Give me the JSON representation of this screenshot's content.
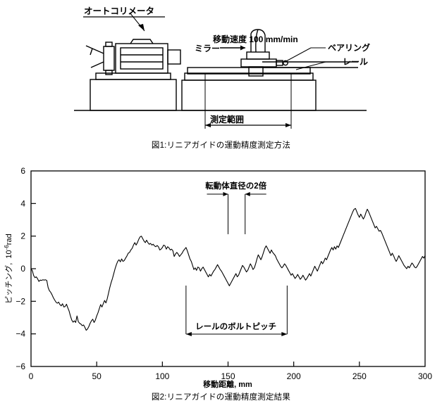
{
  "figure1": {
    "caption": "図1:リニアガイドの運動精度測定方法",
    "labels": {
      "autocollimator": "オートコリメータ",
      "speed": "移動速度 100 mm/min",
      "mirror": "ミラー",
      "mirror_arrow": "→",
      "bearing": "ベアリング",
      "rail": "レール",
      "measure_range": "測定範囲"
    }
  },
  "figure2": {
    "caption": "図2:リニアガイドの運動精度測定結果",
    "annotations": {
      "rolling_element": "転動体直径の2倍",
      "bolt_pitch": "レールのボルトピッチ"
    }
  },
  "chart_data": {
    "type": "line",
    "title": "",
    "xlabel": "移動距離, mm",
    "ylabel": "ピッチング, 10⁻⁶rad",
    "ylabel_parts": {
      "name": "ピッチング,",
      "unit_base": "10",
      "unit_exp": "-6",
      "unit_tail": "rad"
    },
    "xlim": [
      0,
      300
    ],
    "ylim": [
      -6,
      6
    ],
    "xticks": [
      0,
      50,
      100,
      150,
      200,
      250,
      300
    ],
    "yticks": [
      -6,
      -4,
      -2,
      0,
      2,
      4,
      6
    ],
    "grid": false,
    "legend": "none",
    "series": [
      {
        "name": "pitching",
        "color": "#000000",
        "x": [
          0,
          1,
          2,
          3,
          4,
          5,
          6,
          7,
          8,
          9,
          10,
          11,
          12,
          13,
          14,
          15,
          16,
          17,
          18,
          19,
          20,
          21,
          22,
          23,
          24,
          25,
          26,
          27,
          28,
          29,
          30,
          31,
          32,
          33,
          34,
          35,
          36,
          37,
          38,
          39,
          40,
          41,
          42,
          43,
          44,
          45,
          46,
          47,
          48,
          49,
          50,
          51,
          52,
          53,
          54,
          55,
          56,
          57,
          58,
          59,
          60,
          61,
          62,
          63,
          64,
          65,
          66,
          67,
          68,
          69,
          70,
          71,
          72,
          73,
          74,
          75,
          76,
          77,
          78,
          79,
          80,
          81,
          82,
          83,
          84,
          85,
          86,
          87,
          88,
          89,
          90,
          91,
          92,
          93,
          94,
          95,
          96,
          97,
          98,
          99,
          100,
          101,
          102,
          103,
          104,
          105,
          106,
          107,
          108,
          109,
          110,
          111,
          112,
          113,
          114,
          115,
          116,
          117,
          118,
          119,
          120,
          121,
          122,
          123,
          124,
          125,
          126,
          127,
          128,
          129,
          130,
          131,
          132,
          133,
          134,
          135,
          136,
          137,
          138,
          139,
          140,
          141,
          142,
          143,
          144,
          145,
          146,
          147,
          148,
          149,
          150,
          151,
          152,
          153,
          154,
          155,
          156,
          157,
          158,
          159,
          160,
          161,
          162,
          163,
          164,
          165,
          166,
          167,
          168,
          169,
          170,
          171,
          172,
          173,
          174,
          175,
          176,
          177,
          178,
          179,
          180,
          181,
          182,
          183,
          184,
          185,
          186,
          187,
          188,
          189,
          190,
          191,
          192,
          193,
          194,
          195,
          196,
          197,
          198,
          199,
          200,
          201,
          202,
          203,
          204,
          205,
          206,
          207,
          208,
          209,
          210,
          211,
          212,
          213,
          214,
          215,
          216,
          217,
          218,
          219,
          220,
          221,
          222,
          223,
          224,
          225,
          226,
          227,
          228,
          229,
          230,
          231,
          232,
          233,
          234,
          235,
          236,
          237,
          238,
          239,
          240,
          241,
          242,
          243,
          244,
          245,
          246,
          247,
          248,
          249,
          250,
          251,
          252,
          253,
          254,
          255,
          256,
          257,
          258,
          259,
          260,
          261,
          262,
          263,
          264,
          265,
          266,
          267,
          268,
          269,
          270,
          271,
          272,
          273,
          274,
          275,
          276,
          277,
          278,
          279,
          280,
          281,
          282,
          283,
          284,
          285,
          286,
          287,
          288,
          289,
          290,
          291,
          292,
          293,
          294,
          295,
          296,
          297,
          298,
          299,
          300
        ],
        "y": [
          0.0,
          -0.12,
          -0.42,
          -0.55,
          -0.5,
          -0.62,
          -0.78,
          -0.7,
          -0.72,
          -0.68,
          -0.7,
          -0.68,
          -0.72,
          -1.15,
          -1.35,
          -1.45,
          -1.6,
          -1.78,
          -1.92,
          -2.05,
          -2.12,
          -2.05,
          -2.2,
          -2.28,
          -2.15,
          -2.35,
          -2.32,
          -2.18,
          -2.4,
          -2.6,
          -2.9,
          -3.15,
          -3.28,
          -3.2,
          -3.3,
          -2.9,
          -3.25,
          -3.35,
          -3.4,
          -3.5,
          -3.45,
          -3.6,
          -3.78,
          -3.7,
          -3.55,
          -3.35,
          -3.2,
          -3.1,
          -3.3,
          -3.15,
          -2.9,
          -2.7,
          -2.45,
          -2.2,
          -2.35,
          -2.15,
          -1.95,
          -2.1,
          -1.85,
          -1.5,
          -1.15,
          -0.85,
          -0.6,
          -0.3,
          0.0,
          0.25,
          0.45,
          0.55,
          0.42,
          0.6,
          0.45,
          0.5,
          0.65,
          0.78,
          0.95,
          1.0,
          1.15,
          1.25,
          1.45,
          1.6,
          1.45,
          1.6,
          1.8,
          1.95,
          2.0,
          1.85,
          1.7,
          1.6,
          1.75,
          1.6,
          1.5,
          1.55,
          1.45,
          1.5,
          1.4,
          1.35,
          1.42,
          1.35,
          1.15,
          1.2,
          1.3,
          1.45,
          1.4,
          1.2,
          1.35,
          1.28,
          1.15,
          1.2,
          1.1,
          0.75,
          0.9,
          1.0,
          0.9,
          0.75,
          0.85,
          0.95,
          1.1,
          1.2,
          1.3,
          1.1,
          0.85,
          0.6,
          0.45,
          0.2,
          -0.05,
          0.05,
          -0.1,
          0.1,
          0.05,
          -0.15,
          0.0,
          0.1,
          -0.05,
          -0.2,
          -0.35,
          -0.5,
          -0.35,
          -0.45,
          -0.3,
          -0.15,
          -0.05,
          0.1,
          0.25,
          0.1,
          -0.05,
          -0.15,
          -0.3,
          -0.45,
          -0.6,
          -0.75,
          -0.9,
          -1.05,
          -0.9,
          -0.75,
          -0.6,
          -0.45,
          -0.3,
          -0.5,
          -0.4,
          -0.2,
          0.0,
          0.2,
          0.1,
          -0.05,
          -0.2,
          -0.1,
          0.1,
          0.3,
          0.15,
          -0.05,
          0.05,
          0.3,
          0.6,
          0.85,
          0.7,
          0.55,
          0.75,
          1.0,
          1.25,
          1.4,
          1.25,
          1.1,
          0.95,
          1.15,
          1.0,
          0.9,
          0.8,
          0.6,
          0.45,
          0.3,
          0.15,
          0.05,
          0.15,
          0.3,
          0.2,
          0.05,
          -0.1,
          -0.25,
          -0.4,
          -0.3,
          -0.45,
          -0.6,
          -0.5,
          -0.35,
          -0.5,
          -0.65,
          -0.55,
          -0.4,
          -0.55,
          -0.7,
          -0.6,
          -0.45,
          -0.3,
          -0.45,
          -0.25,
          -0.05,
          0.15,
          0.0,
          -0.15,
          0.05,
          0.25,
          0.45,
          0.3,
          0.45,
          0.65,
          0.55,
          0.75,
          0.95,
          1.15,
          1.3,
          1.15,
          1.35,
          1.2,
          1.4,
          1.3,
          1.5,
          1.7,
          1.9,
          2.1,
          2.3,
          2.5,
          2.7,
          2.9,
          3.1,
          3.3,
          3.5,
          3.65,
          3.7,
          3.5,
          3.3,
          3.15,
          3.35,
          3.2,
          3.05,
          3.2,
          3.45,
          3.65,
          3.5,
          3.3,
          3.1,
          2.9,
          2.7,
          2.5,
          2.6,
          2.45,
          2.3,
          2.35,
          2.2,
          2.0,
          1.8,
          1.6,
          1.4,
          1.2,
          1.0,
          0.8,
          0.95,
          0.8,
          0.6,
          0.45,
          0.6,
          0.8,
          0.65,
          0.5,
          0.35,
          0.2,
          0.1,
          0.0,
          0.15,
          0.05,
          0.2,
          0.35,
          0.25,
          0.1,
          0.05,
          0.15,
          0.3,
          0.45,
          0.6,
          0.75,
          0.65,
          0.8,
          0.95,
          0.9,
          1.05,
          1.2,
          1.35,
          1.45,
          1.4,
          1.5
        ]
      }
    ],
    "annotation_markers": {
      "rolling_element_span": [
        150,
        163
      ],
      "rolling_element_label_x": 156,
      "bolt_pitch_span": [
        118,
        195
      ],
      "bolt_pitch_label_x": 156
    }
  }
}
